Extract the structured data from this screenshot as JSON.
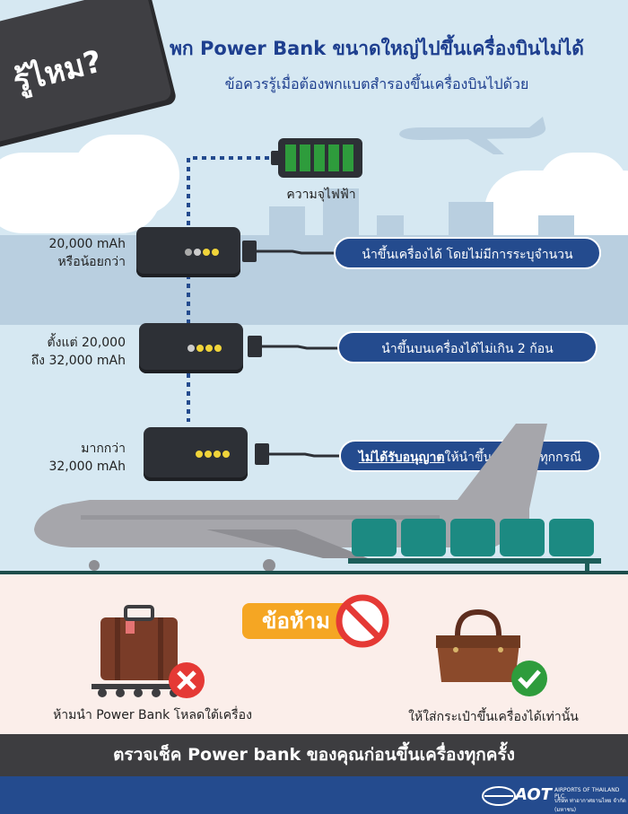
{
  "header": {
    "badge": "รู้ไหม?",
    "title": "พก Power Bank ขนาดใหญ่ไปขึ้นเครื่องบินไม่ได้",
    "subtitle": "ข้อควรรู้เมื่อต้องพกแบตสำรองขึ้นเครื่องบินไปด้วย"
  },
  "capacity_label": "ความจุไฟฟ้า",
  "rows": [
    {
      "label_line1": "20,000 mAh",
      "label_line2": "หรือน้อยกว่า",
      "rule": "นำขึ้นเครื่องได้ โดยไม่มีการระบุจำนวน"
    },
    {
      "label_line1": "ตั้งแต่ 20,000",
      "label_line2": "ถึง 32,000 mAh",
      "rule": "นำขึ้นบนเครื่องได้ไม่เกิน 2 ก้อน"
    },
    {
      "label_line1": "มากกว่า",
      "label_line2": "32,000 mAh",
      "rule_emph": "ไม่ได้รับอนุญาต",
      "rule_rest": "ให้นำขึ้นเครื่องในทุกกรณี"
    }
  ],
  "prohibited_label": "ข้อห้าม",
  "checked_bag_text": "ห้ามนำ Power Bank โหลดใต้เครื่อง",
  "carry_on_text": "ให้ใส่กระเป๋าขึ้นเครื่องได้เท่านั้น",
  "footer": "ตรวจเช็ค Power bank ของคุณก่อนขึ้นเครื่องทุกครั้ง",
  "brand": {
    "logo": "AOT",
    "name": "AIRPORTS OF THAILAND PLC.",
    "name_th": "บริษัท ท่าอากาศยานไทย จำกัด (มหาชน)"
  },
  "colors": {
    "navy": "#244b8e",
    "dark": "#3d3d40",
    "orange": "#f5a623",
    "red": "#e53935",
    "green": "#2e9c3c",
    "teal": "#1c8a82"
  },
  "icons": [
    "battery-icon",
    "power-bank-icon",
    "airplane-icon",
    "suitcase-icon",
    "handbag-icon",
    "prohibited-icon",
    "cross-icon",
    "check-icon"
  ]
}
